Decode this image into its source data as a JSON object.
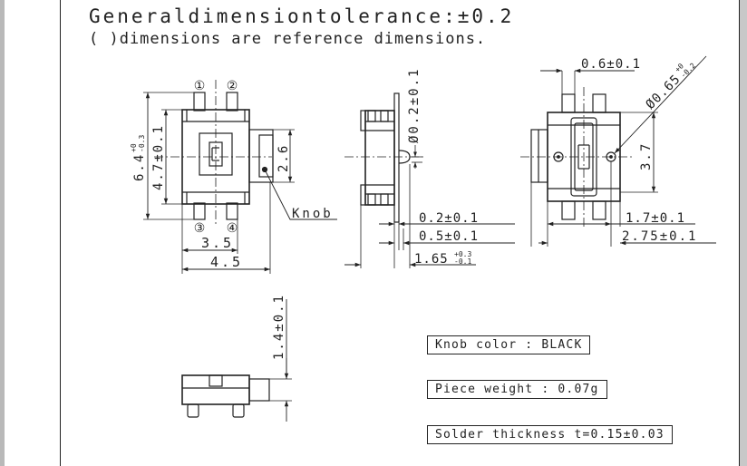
{
  "notes": {
    "tolerance": "Generaldimensiontolerance:±0.2",
    "reference": "( )dimensions are reference dimensions."
  },
  "front_view": {
    "pin1": "①",
    "pin2": "②",
    "pin3": "③",
    "pin4": "④",
    "dim_height_outer": "6.4",
    "dim_height_outer_tol_up": "+0",
    "dim_height_outer_tol_down": "-0.3",
    "dim_height_inner": "4.7±0.1",
    "dim_knob_height": "2.6",
    "dim_width_inner": "3.5",
    "dim_width_outer": "4.5",
    "knob_label": "Knob"
  },
  "side_view": {
    "dim_knob_dia": "Ø0.2±0.1",
    "dim_02": "0.2±0.1",
    "dim_05": "0.5±0.1",
    "dim_165": "1.65",
    "dim_165_tol_up": "+0.3",
    "dim_165_tol_down": "-0.1"
  },
  "right_view": {
    "dim_06": "0.6±0.1",
    "dim_hole": "Ø0.65",
    "dim_hole_tol_up": "+0",
    "dim_hole_tol_down": "-0.2",
    "dim_37": "3.7",
    "dim_17": "1.7±0.1",
    "dim_275": "2.75±0.1"
  },
  "bottom_view": {
    "dim_14": "1.4±0.1"
  },
  "specs": {
    "knob_color": "Knob color : BLACK",
    "piece_weight": "Piece weight : 0.07g",
    "solder_thickness": "Solder thickness t=0.15±0.03"
  }
}
